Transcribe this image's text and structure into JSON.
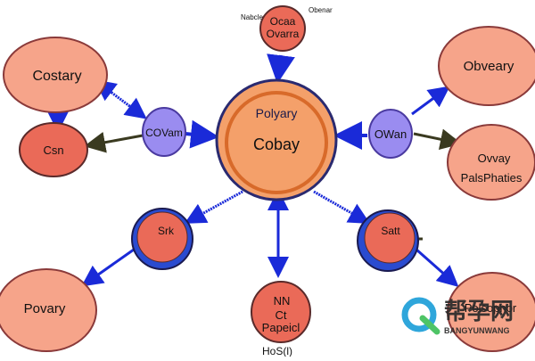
{
  "colors": {
    "background": "#ffffff",
    "salmon_fill": "#f6a48a",
    "salmon_stroke": "#8a3a3a",
    "red_fill": "#ea6a58",
    "purple_fill": "#9a8cf0",
    "orange_fill": "#f4a06a",
    "orange_stroke": "#d86a2a",
    "blue_ring": "#2a4bd0",
    "arrow_blue": "#1a2ad8",
    "arrow_dark": "#3a3a20"
  },
  "labels": {
    "top_small_left": "Nabcle",
    "top_small_right": "Obenar",
    "top_node_line1": "Ocaa",
    "top_node_line2": "Ovarra",
    "center_title": "Polyary",
    "center_main": "Cobay",
    "left_top_node": "Costary",
    "left_red_node": "Csn",
    "left_purple_node": "COVam",
    "right_top_node": "Obveary",
    "right_purple_node": "OWan",
    "right_mid_line1": "Ovvay",
    "right_mid_line2": "PalsPhaties",
    "lower_left_ring": "Srk",
    "lower_right_ring": "Satt",
    "bottom_left_node": "Povary",
    "bottom_center_line1": "NN",
    "bottom_center_line2": "Ct",
    "bottom_center_line3": "Papeicl",
    "bottom_center_under": "HoS(l)",
    "bottom_right_node": "Polsophor"
  },
  "watermark": {
    "text_cn": "帮孕网",
    "text_en": "BANGYUNWANG"
  },
  "icons": {
    "watermark_logo": "q-logo-icon"
  }
}
